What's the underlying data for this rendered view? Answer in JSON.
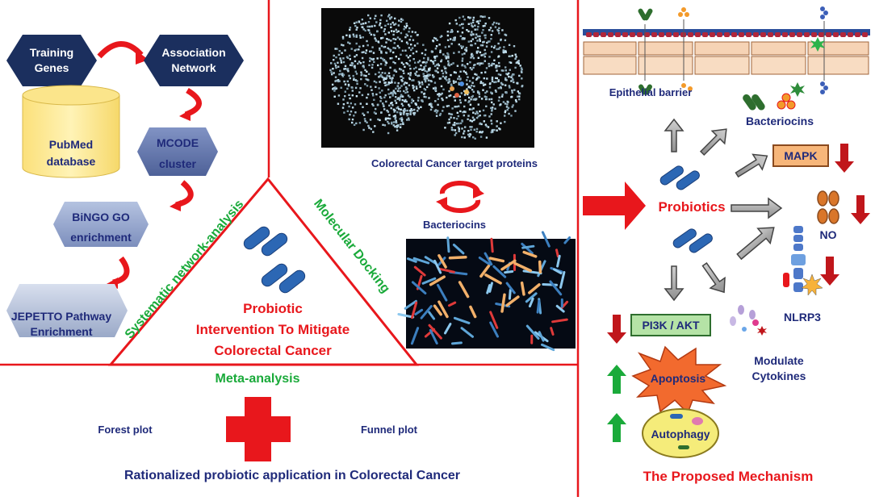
{
  "network_analysis": {
    "steps": {
      "training_genes": [
        "Training",
        "Genes"
      ],
      "association_network": [
        "Association",
        "Network"
      ],
      "pubmed": [
        "PubMed",
        "database"
      ],
      "mcode": [
        "MCODE",
        "cluster"
      ],
      "bingo": [
        "BiNGO GO",
        "enrichment"
      ],
      "jepetto": [
        "JEPETTO Pathway",
        "Enrichment"
      ]
    },
    "label": "Systematic network-analysis"
  },
  "docking": {
    "label": "Molecular Docking",
    "target_caption": "Colorectal Cancer target proteins",
    "bacteriocins_caption": "Bacteriocins"
  },
  "center": {
    "lines": [
      "Probiotic",
      "Intervention To Mitigate",
      "Colorectal Cancer"
    ]
  },
  "meta_analysis": {
    "title": "Meta-analysis",
    "forest": "Forest plot",
    "funnel": "Funnel plot",
    "footer": "Rationalized probiotic application in Colorectal Cancer"
  },
  "mechanism": {
    "epithelial": "Epithelial barrier",
    "bacteriocins": "Bacteriocins",
    "mapk": "MAPK",
    "probiotics": "Probiotics",
    "no": "NO",
    "nlrp3": "NLRP3",
    "pi3k": "PI3K / AKT",
    "cytokines": [
      "Modulate",
      "Cytokines"
    ],
    "apoptosis": "Apoptosis",
    "autophagy": "Autophagy",
    "title": "The Proposed Mechanism"
  },
  "colors": {
    "red": "#e8171c",
    "navy": "#1f2a7a",
    "green": "#1aaa3a",
    "hexagon": "#1b2f5e",
    "mcode": "#6c7fb2",
    "cylinder": "#fde98a"
  }
}
